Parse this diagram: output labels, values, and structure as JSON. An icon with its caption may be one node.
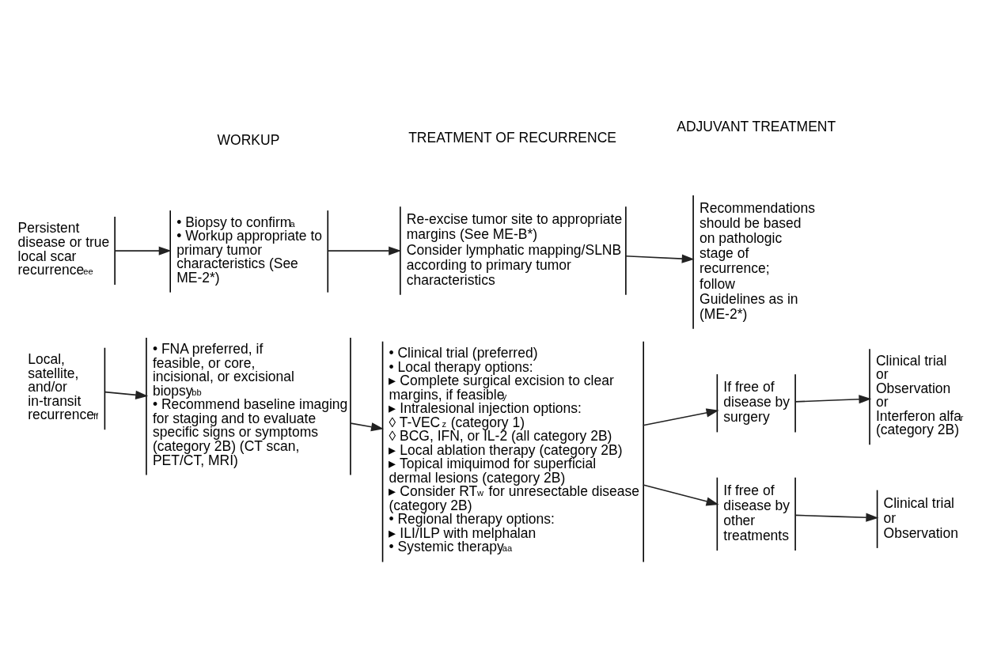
{
  "diagram": {
    "nodes": [
      {
        "text": [
          "Persistent disease or true local scar recurrence$^{ee}$"
        ]
      },
      {
        "text": [
          "• Biopsy to confirm$^{a}$",
          "• Workup appropriate to primary tumor characteristics (See ME-2*)"
        ]
      },
      {
        "text": [
          "Re-excise tumor site to appropriate margins (See ME-B*)",
          "Consider lymphatic mapping/SLNB according to primary tumor characteristics"
        ]
      },
      {
        "text": [
          "Recommendations should be based on pathologic stage of recurrence; follow Guidelines as in (ME-2*)"
        ]
      },
      {
        "text": [
          "Local, satellite, and/or in-transit recurrence$^{ff}$"
        ]
      },
      {
        "text": [
          "• FNA preferred, if feasible, or core, incisional, or excisional biopsy$^{bb}$",
          "• Recommend baseline imaging for staging and to evaluate specific signs or symptoms (category 2B) (CT scan, PET/CT, MRI)"
        ]
      },
      {
        "text": [
          "• Clinical trial (preferred)",
          "• Local therapy options:",
          "▸ Complete surgical excision to clear margins, if feasible$^{y}$",
          "▸ Intralesional injection options:",
          "◊ T-VEC$^{z}$ (category 1)",
          "◊ BCG, IFN, or IL-2 (all category 2B)",
          "▸ Local ablation therapy (category 2B)",
          "▸ Topical imiquimod for superficial dermal lesions (category 2B)",
          "▸ Consider RT$^{w}$ for unresectable disease (category 2B)",
          "• Regional therapy options:",
          "▸ ILI/ILP with melphalan",
          "• Systemic therapy$^{aa}$"
        ]
      },
      {
        "text": [
          "If free of disease by surgery"
        ]
      },
      {
        "text": [
          "Clinical trial",
          "or",
          "Observation",
          "or",
          "Interferon alfa$^{r}$ (category 2B)"
        ]
      },
      {
        "text": [
          "If free of disease by other treatments"
        ]
      },
      {
        "text": [
          "Clinical trial",
          "or",
          "Observation"
        ]
      }
    ],
    "edges": [
      {
        "from": 0,
        "to": 1,
        "arrow": "to"
      },
      {
        "from": 1,
        "to": 2,
        "arrow": "to"
      },
      {
        "from": 2,
        "to": 3,
        "arrow": "to"
      },
      {
        "from": 4,
        "to": 5,
        "arrow": "to"
      },
      {
        "from": 5,
        "to": 6,
        "arrow": "to"
      },
      {
        "from": 6,
        "to": 7,
        "arrow": "to"
      },
      {
        "from": 7,
        "to": 8,
        "arrow": "to"
      },
      {
        "from": 6,
        "to": 9,
        "arrow": "to"
      },
      {
        "from": 9,
        "to": 10,
        "arrow": "to"
      }
    ],
    "labels": [
      "WORKUP",
      "TREATMENT OF RECURRENCE",
      "ADJUVANT TREATMENT"
    ]
  }
}
